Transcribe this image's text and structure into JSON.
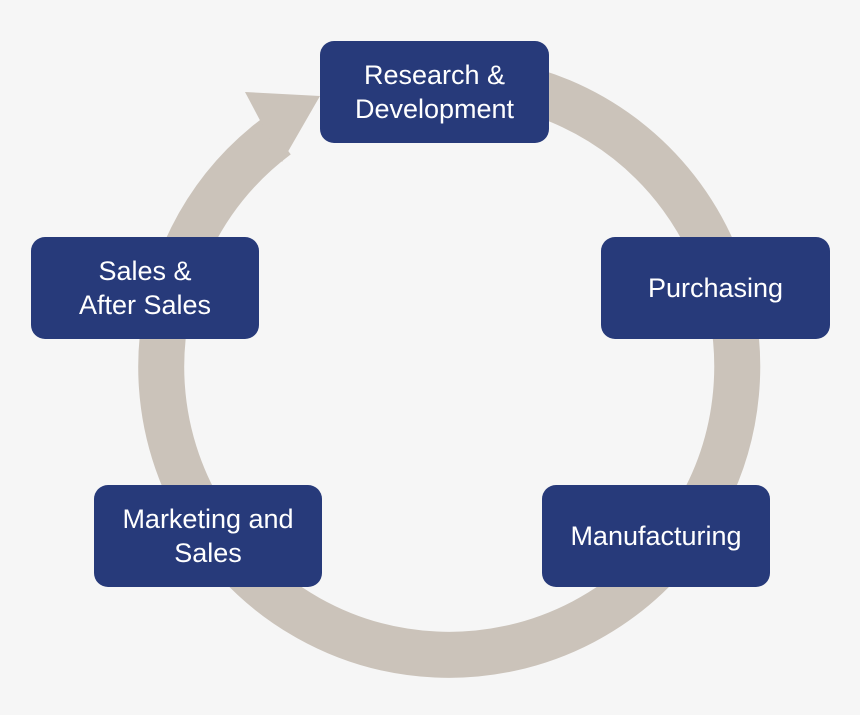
{
  "diagram": {
    "ring_color": "#cbc3ba",
    "box_color": "#273a7a",
    "text_color": "#ffffff",
    "background": "#f6f6f6",
    "stages": [
      {
        "id": "research",
        "label": "Research &\nDevelopment"
      },
      {
        "id": "purchasing",
        "label": "Purchasing"
      },
      {
        "id": "manufacturing",
        "label": "Manufacturing"
      },
      {
        "id": "marketing",
        "label": "Marketing and\nSales"
      },
      {
        "id": "sales",
        "label": "Sales &\nAfter Sales"
      }
    ],
    "flow": "clockwise",
    "arrowhead_icon": "arrowhead-icon"
  }
}
